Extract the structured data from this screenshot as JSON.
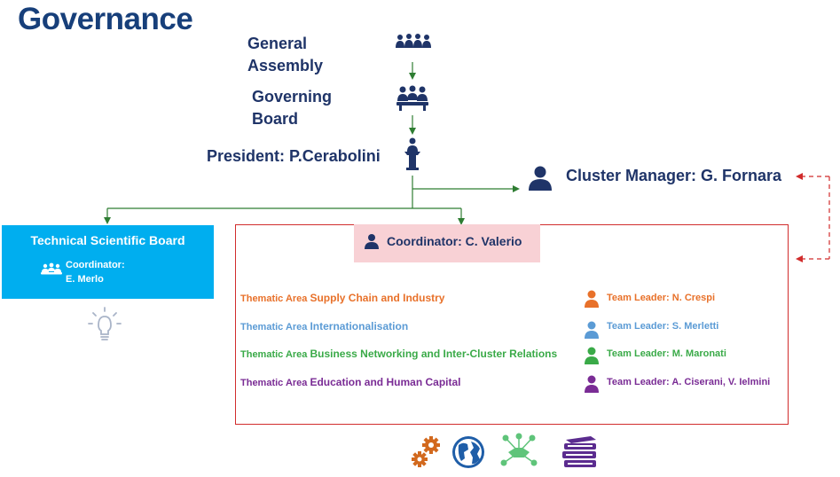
{
  "title": "Governance",
  "general_assembly": {
    "line1": "General",
    "line2": "Assembly"
  },
  "governing_board": {
    "line1": "Governing",
    "line2": "Board"
  },
  "president": "President: P.Cerabolini",
  "cluster_manager": "Cluster Manager: G. Fornara",
  "technical_board": {
    "title": "Technical Scientific Board",
    "coordinator_label": "Coordinator:",
    "coordinator_name": "E. Merlo"
  },
  "coordinator": "Coordinator: C. Valerio",
  "areas": [
    {
      "prefix": "Thematic Area ",
      "name": "Supply Chain and Industry",
      "leader": "Team Leader: N. Crespi",
      "color": "#e8712a"
    },
    {
      "prefix": "Thematic Area ",
      "name": "Internationalisation",
      "leader": "Team Leader: S. Merletti",
      "color": "#5b9bd5"
    },
    {
      "prefix": "Thematic Area ",
      "name": "Business Networking and Inter-Cluster Relations",
      "leader": "Team Leader: M. Maronati",
      "color": "#3aaa48"
    },
    {
      "prefix": "Thematic Area ",
      "name": "Education and Human Capital",
      "leader": "Team Leader: A. Ciserani, V. Ielmini",
      "color": "#7a2c95"
    }
  ],
  "icons": {
    "bottom": [
      "gears-icon",
      "globe-icon",
      "handshake-network-icon",
      "books-icon"
    ],
    "lightbulb": "lightbulb-icon"
  },
  "colors": {
    "navy": "#1f3468",
    "title": "#173f7a",
    "tsb": "#00aeef",
    "red": "#d12c2c",
    "pink": "#f8d1d5",
    "arrow": "#2e7d32"
  }
}
